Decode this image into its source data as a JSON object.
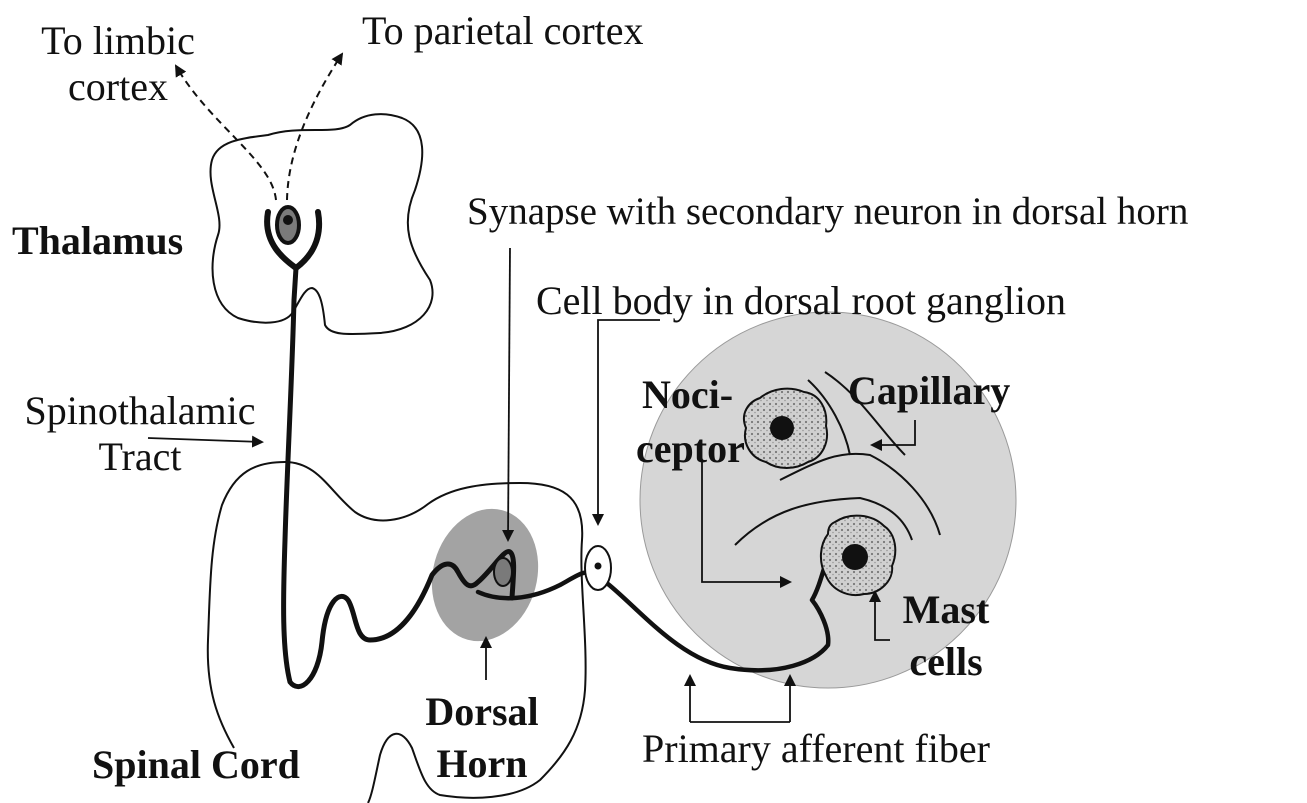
{
  "labels": {
    "to_limbic_line1": "To limbic",
    "to_limbic_line2": "cortex",
    "to_parietal": "To parietal cortex",
    "thalamus": "Thalamus",
    "synapse": "Synapse with secondary neuron in dorsal horn",
    "cell_body": "Cell body in dorsal root ganglion",
    "spinothalamic_line1": "Spinothalamic",
    "spinothalamic_line2": "Tract",
    "nociceptor_line1": "Noci-",
    "nociceptor_line2": "ceptor",
    "capillary": "Capillary",
    "mast_line1": "Mast",
    "mast_line2": "cells",
    "dorsal_horn_line1": "Dorsal",
    "dorsal_horn_line2": "Horn",
    "spinal_cord": "Spinal Cord",
    "primary_afferent": "Primary afferent fiber"
  },
  "colors": {
    "ink": "#111111",
    "tissue_fill": "#d6d6d6",
    "dorsal_horn_fill": "#a3a3a3",
    "cell_fill": "#cfcfcf",
    "nucleus_fill": "#111111",
    "thalamus_cell_fill": "#7a7a7a"
  }
}
